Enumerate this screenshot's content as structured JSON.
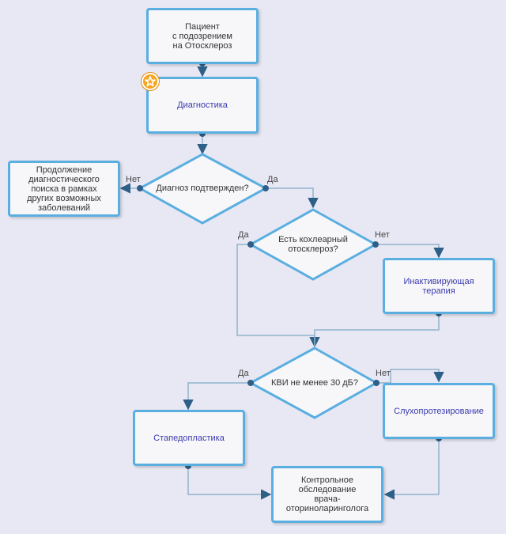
{
  "nodes": {
    "patient": "Пациент\nс подозрением\nна Отосклероз",
    "diagnostics": "Диагностика",
    "diag_confirmed": "Диагноз подтвержден?",
    "continue_search": "Продолжение\nдиагностического\nпоиска в рамках\nдругих возможных\nзаболеваний",
    "cochlear": "Есть кохлеарный\nотосклероз?",
    "inactivating": "Инактивирующая\nтерапия",
    "kvi": "КВИ не менее 30 дБ?",
    "stapedoplasty": "Стапедопластика",
    "hearing_aid": "Слухопротезирование",
    "control": "Контрольное\nобследование\nврача-\nоториноларинголога"
  },
  "labels": {
    "no1": "Нет",
    "yes1": "Да",
    "yes2": "Да",
    "no2": "Нет",
    "yes3": "Да",
    "no3": "Нет"
  },
  "colors": {
    "box_border": "#5aaee0",
    "connector": "#8fb2cc",
    "dot": "#2e5f86",
    "badge": "#f5a623",
    "link_text": "#3a3ab0"
  },
  "icons": {
    "badge": "star-badge-icon"
  }
}
